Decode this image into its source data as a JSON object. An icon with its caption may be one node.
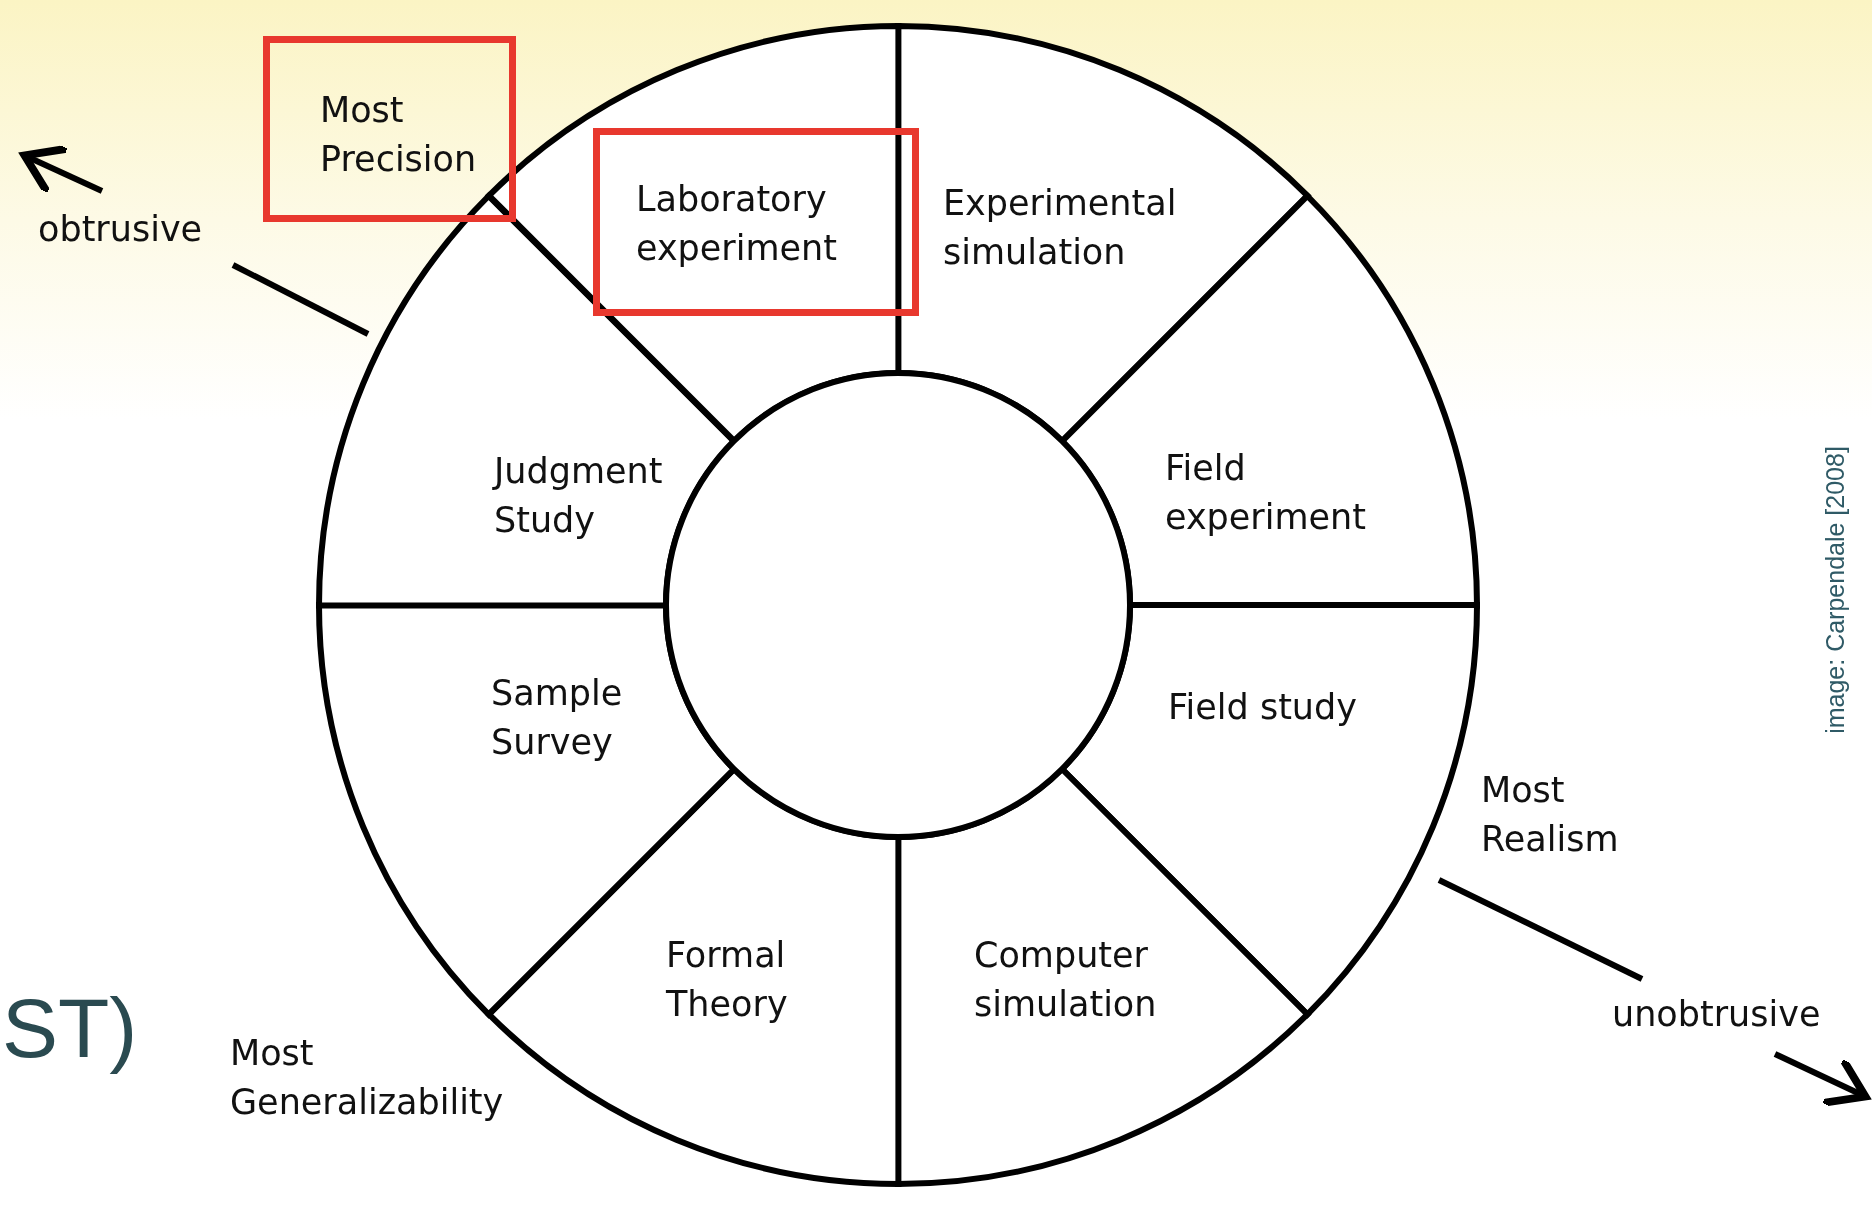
{
  "diagram": {
    "nodes": [
      {
        "text": [
          "Most Precision"
        ]
      },
      {
        "text": [
          "Laboratory experiment"
        ]
      },
      {
        "text": [
          "Experimental simulation"
        ]
      },
      {
        "text": [
          "Field experiment"
        ]
      },
      {
        "text": [
          "Field study"
        ]
      },
      {
        "text": [
          "Computer simulation"
        ]
      },
      {
        "text": [
          "Formal Theory"
        ]
      },
      {
        "text": [
          "Sample Survey"
        ]
      },
      {
        "text": [
          "Judgment Study"
        ]
      },
      {
        "text": [],
        "shape": "circle"
      }
    ],
    "labels": [
      "obtrusive",
      "image: Carpendale [2008]",
      "Most Realism",
      "unobtrusive",
      "ST)",
      "Most Generalizability"
    ]
  }
}
